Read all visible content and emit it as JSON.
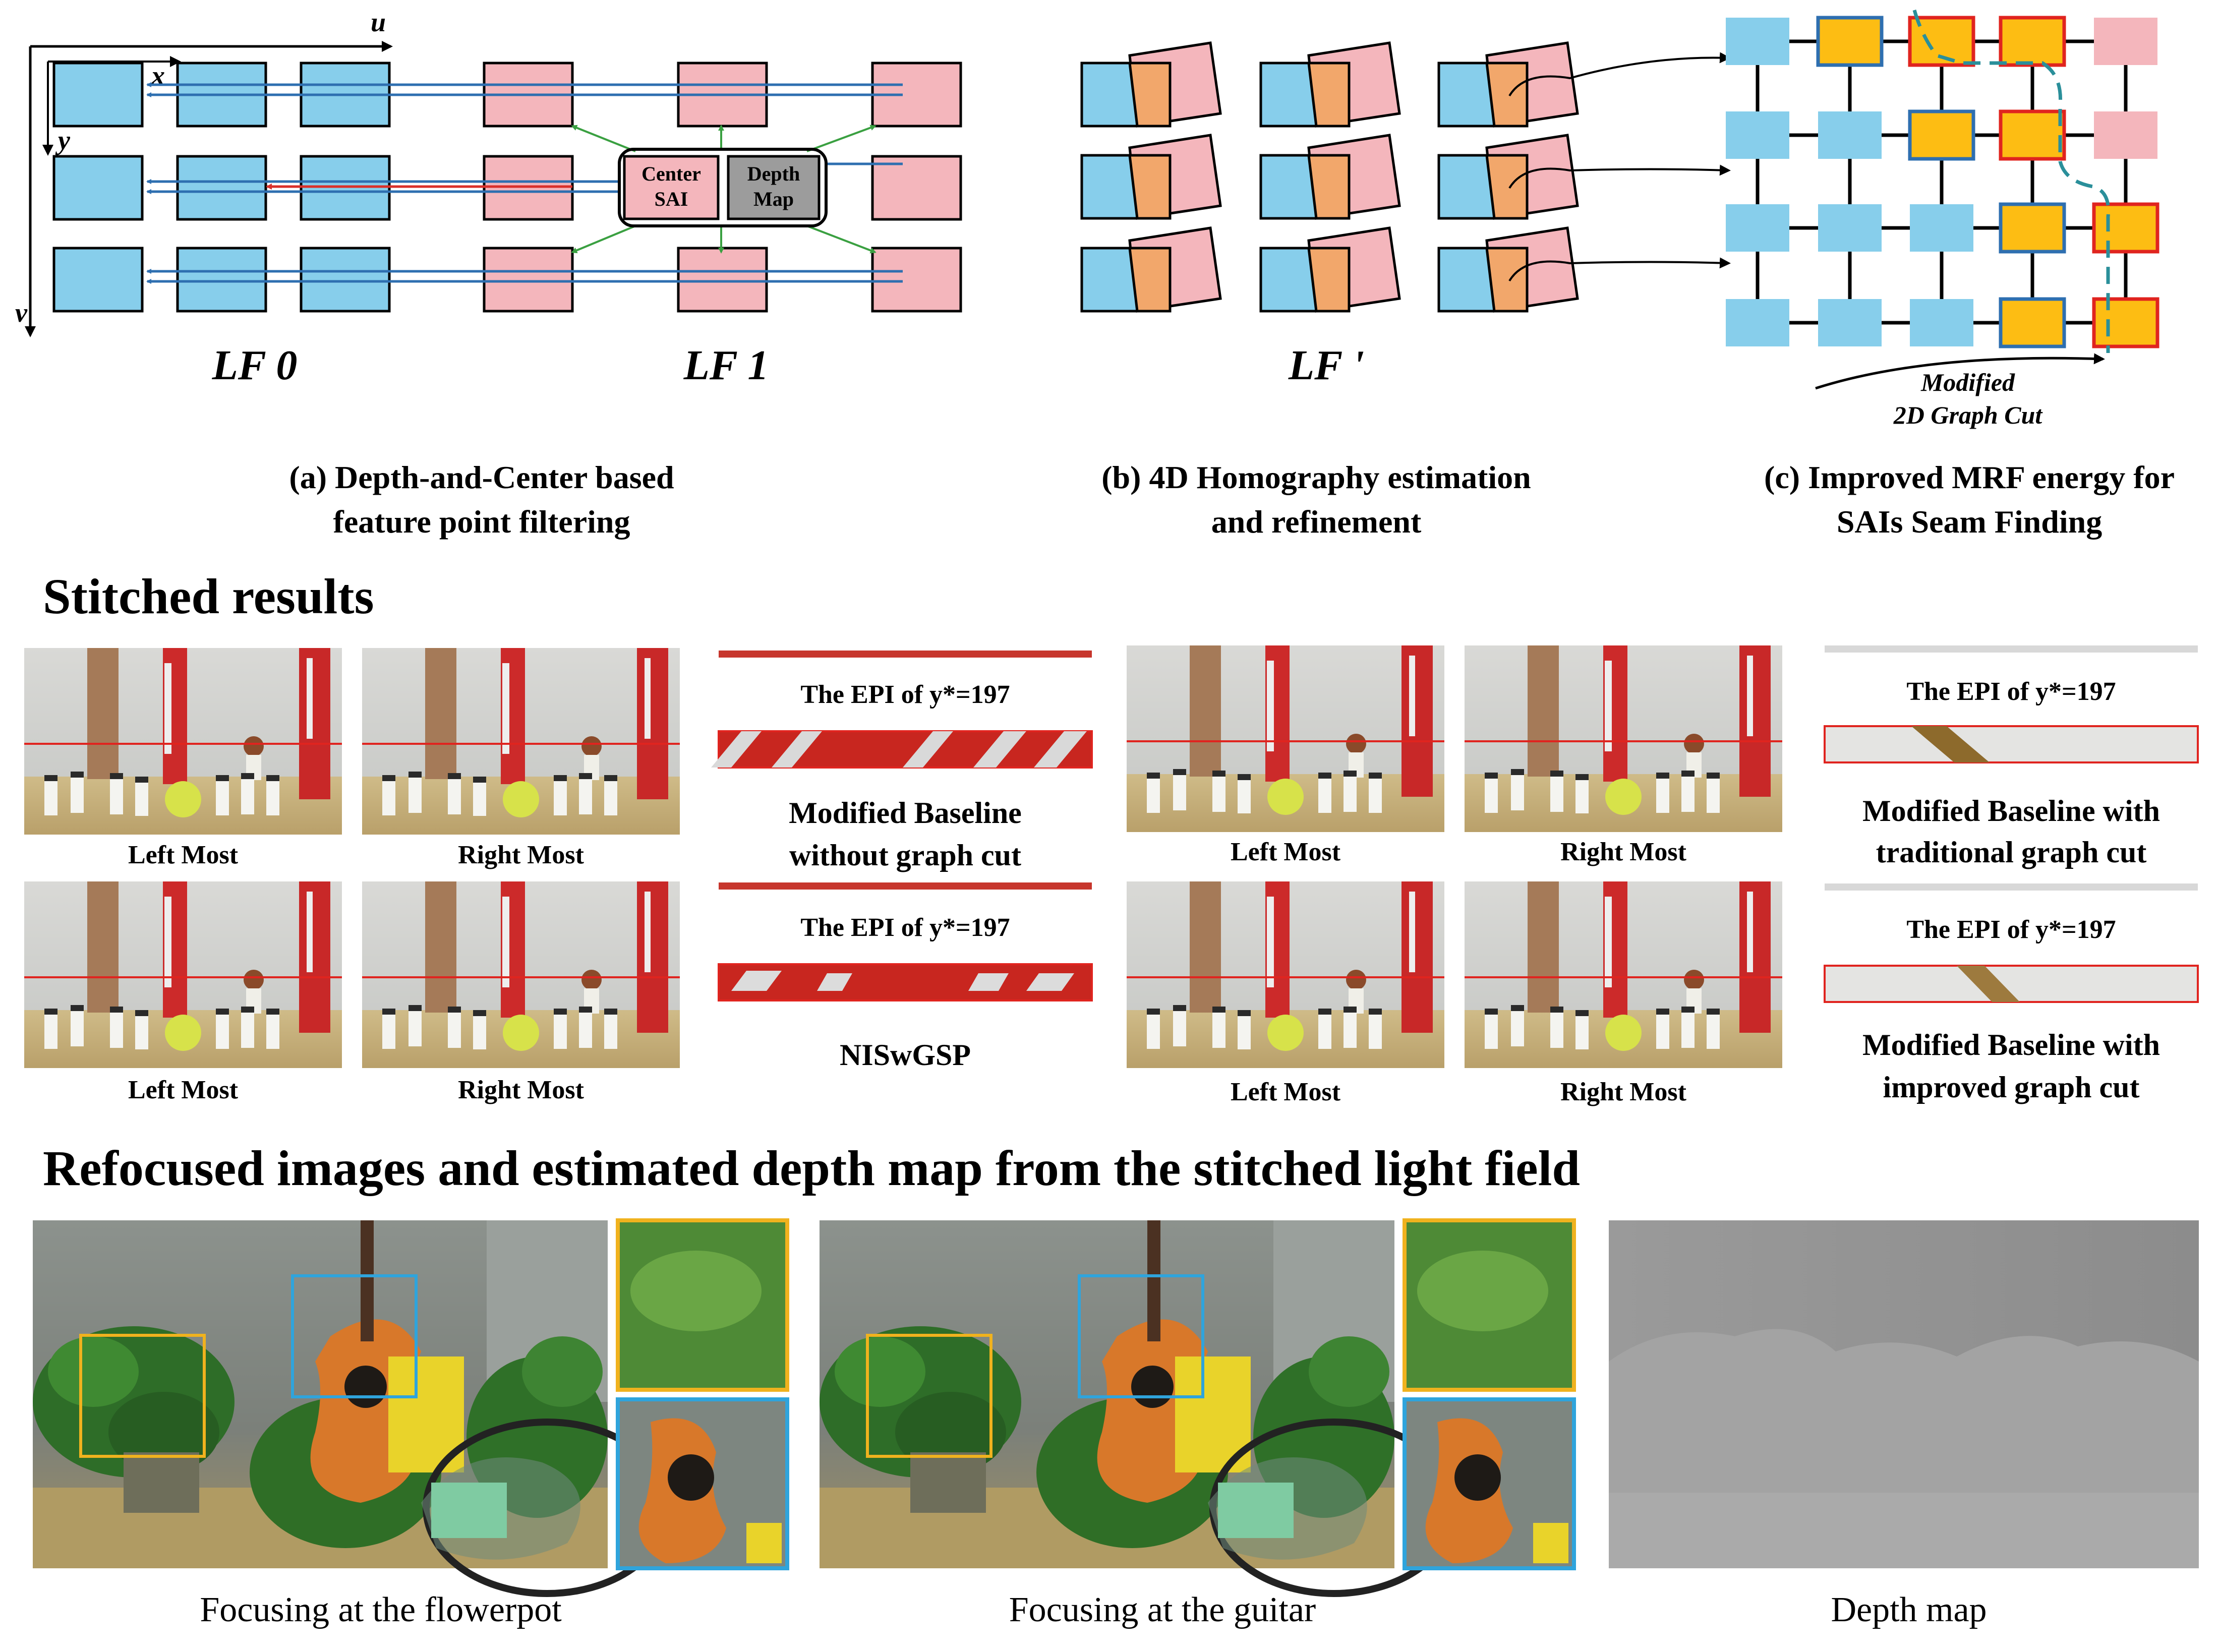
{
  "diagram": {
    "axes": {
      "u": "u",
      "v": "v",
      "x": "x",
      "y": "y"
    },
    "lf0": "LF 0",
    "lf1": "LF 1",
    "lfprime": "LF '",
    "center_sai": [
      "Center",
      "SAI"
    ],
    "depth_map_box": [
      "Depth",
      "Map"
    ],
    "graph_cut_label": [
      "Modified",
      "2D Graph Cut"
    ],
    "captions": {
      "a": [
        "(a) Depth-and-Center based",
        "feature point filtering"
      ],
      "b": [
        "(b) 4D Homography estimation",
        "and refinement"
      ],
      "c": [
        "(c) Improved MRF energy for",
        "SAIs Seam Finding"
      ]
    }
  },
  "stitched": {
    "title": "Stitched results",
    "left_label": "Left Most",
    "right_label": "Right Most",
    "epi_title": "The EPI of y*=197",
    "methods": [
      [
        "Modified Baseline",
        "without graph cut"
      ],
      [
        "NISwGSP"
      ],
      [
        "Modified Baseline with",
        "traditional graph cut"
      ],
      [
        "Modified Baseline with",
        "improved graph cut"
      ]
    ]
  },
  "refocus": {
    "title": "Refocused images and estimated depth map from the stitched light field",
    "captions": [
      "Focusing at the flowerpot",
      "Focusing at the guitar",
      "Depth map"
    ]
  },
  "colors": {
    "blue": "#87ceeb",
    "pink": "#f4b6bc",
    "orange": "#f2a76b",
    "gold": "#fdbd13",
    "arrow_blue": "#2e6fb0",
    "arrow_red": "#d9302a",
    "arrow_green": "#3aa041",
    "dash": "#2a8f9a"
  }
}
